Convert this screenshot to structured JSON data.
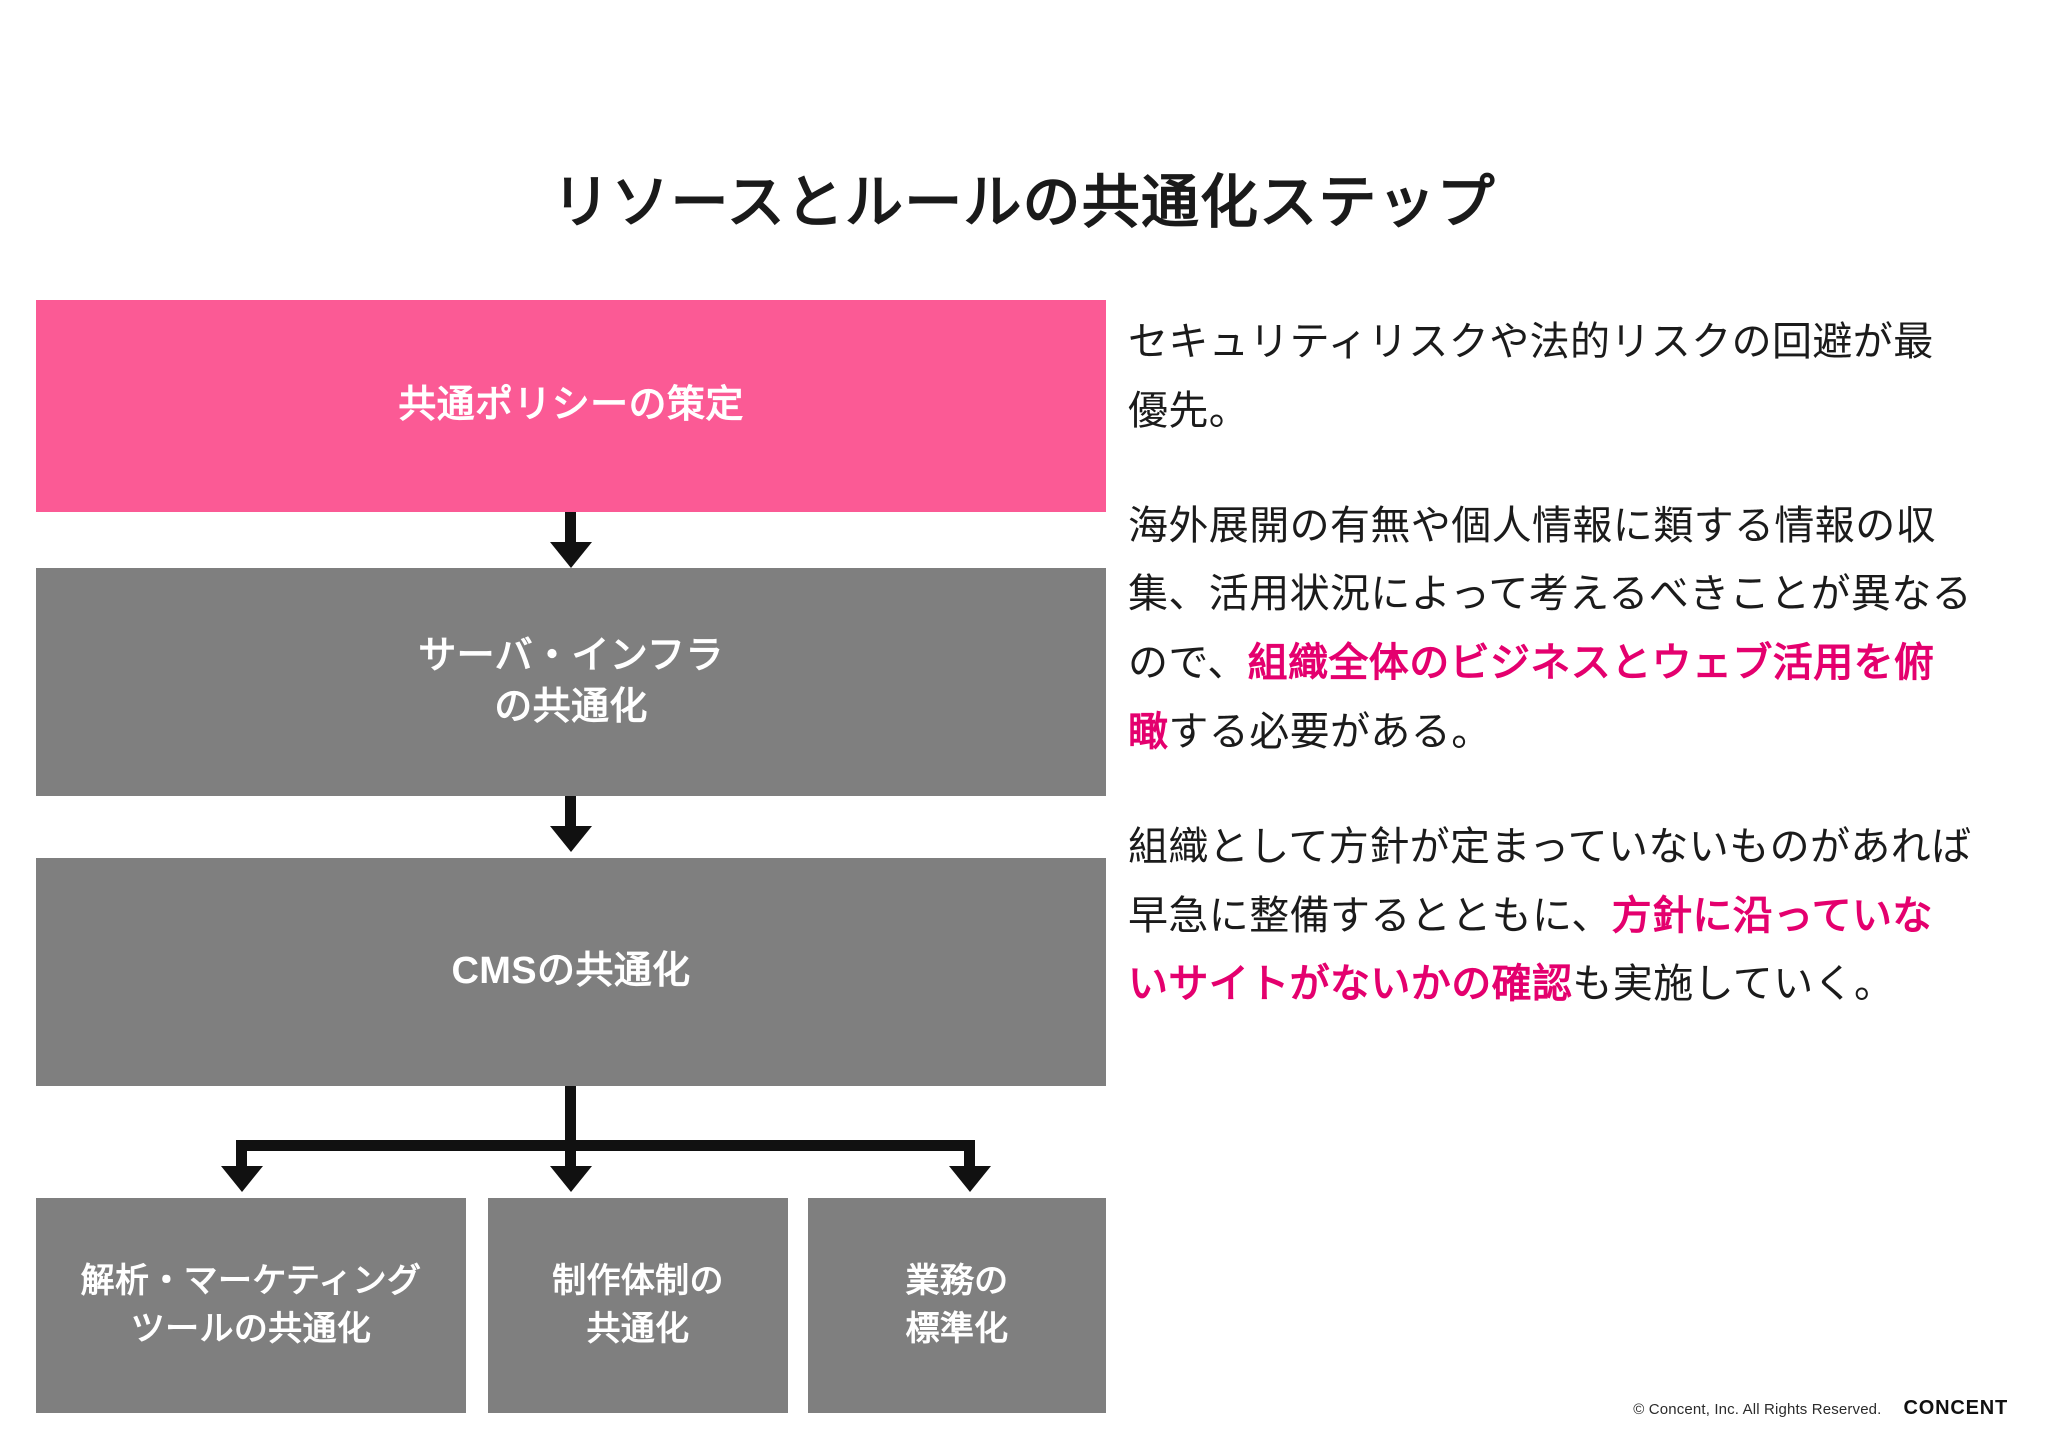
{
  "slide": {
    "title": "リソースとルールの共通化ステップ"
  },
  "flow": {
    "nodes": [
      {
        "id": "policy",
        "label": "共通ポリシーの策定",
        "color": "#fb5a95",
        "text_color": "#ffffff"
      },
      {
        "id": "server",
        "label": "サーバ・インフラ\nの共通化",
        "color": "#7f7f7f",
        "text_color": "#ffffff"
      },
      {
        "id": "cms",
        "label": "CMSの共通化",
        "color": "#7f7f7f",
        "text_color": "#ffffff"
      },
      {
        "id": "analytics",
        "label": "解析・マーケティング\nツールの共通化",
        "color": "#7f7f7f",
        "text_color": "#ffffff"
      },
      {
        "id": "prod",
        "label": "制作体制の\n共通化",
        "color": "#7f7f7f",
        "text_color": "#ffffff"
      },
      {
        "id": "ops",
        "label": "業務の\n標準化",
        "color": "#7f7f7f",
        "text_color": "#ffffff"
      }
    ],
    "arrow_color": "#111111"
  },
  "body": {
    "paragraphs": [
      {
        "id": "p1",
        "runs": [
          {
            "text": "セキュリティリスクや法的リスクの回避が最優先。",
            "highlight": false
          }
        ]
      },
      {
        "id": "p2",
        "runs": [
          {
            "text": "海外展開の有無や個人情報に類する情報の収集、活用状況によって考えるべきことが異なるので、",
            "highlight": false
          },
          {
            "text": "組織全体のビジネスとウェブ活用を俯瞰",
            "highlight": true
          },
          {
            "text": "する必要がある。",
            "highlight": false
          }
        ]
      },
      {
        "id": "p3",
        "runs": [
          {
            "text": "組織として方針が定まっていないものがあれば早急に整備するとともに、",
            "highlight": false
          },
          {
            "text": "方針に沿っていないサイトがないかの確認",
            "highlight": true
          },
          {
            "text": "も実施していく。",
            "highlight": false
          }
        ]
      }
    ],
    "highlight_color": "#e4006e"
  },
  "footer": {
    "copyright": "© Concent, Inc. All Rights Reserved.",
    "logo": "CONCENT"
  }
}
